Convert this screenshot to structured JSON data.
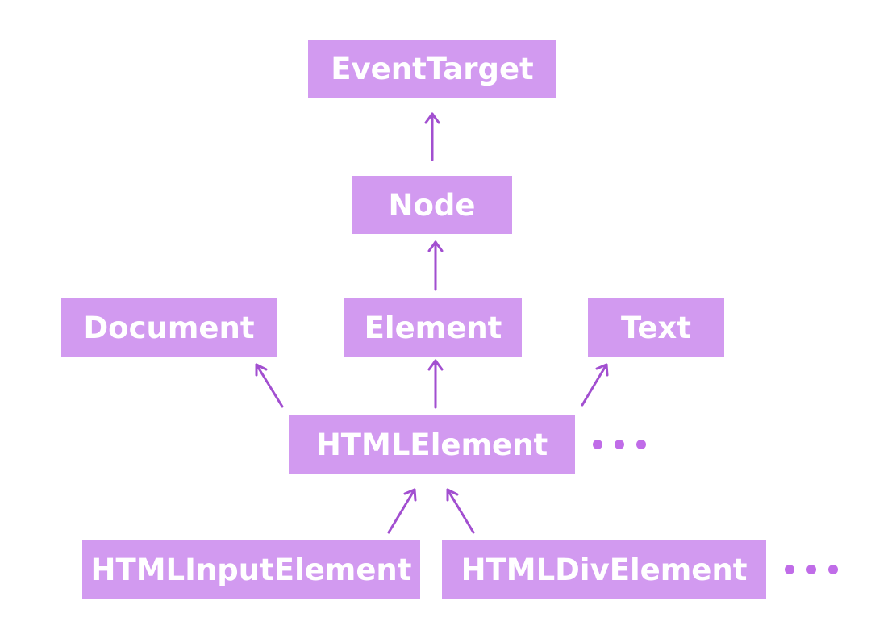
{
  "nodes": {
    "eventtarget": "EventTarget",
    "node": "Node",
    "document": "Document",
    "element": "Element",
    "text": "Text",
    "htmlelement": "HTMLElement",
    "htmlinputelement": "HTMLInputElement",
    "htmldivelement": "HTMLDivElement"
  },
  "colors": {
    "box": "#d29af0",
    "arrow": "#a24fd0",
    "text": "#ffffff",
    "dots": "#c06ce8"
  }
}
